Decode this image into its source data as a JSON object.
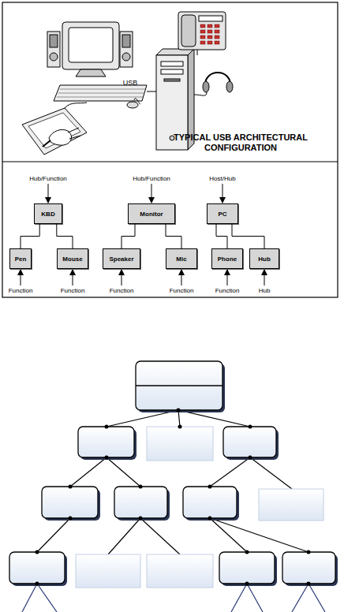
{
  "diagram": {
    "nodes": [
      {
        "text": [
          "KBD"
        ]
      },
      {
        "text": [
          "Monitor"
        ]
      },
      {
        "text": [
          "PC"
        ]
      },
      {
        "text": [
          "Pen"
        ]
      },
      {
        "text": [
          "Mouse"
        ]
      },
      {
        "text": [
          "Speaker"
        ]
      },
      {
        "text": [
          "Mic"
        ]
      },
      {
        "text": [
          "Phone"
        ]
      },
      {
        "text": [
          "Hub"
        ]
      }
    ],
    "edges": [
      {
        "from": 0,
        "to": 3,
        "arrow": "none"
      },
      {
        "from": 0,
        "to": 4,
        "arrow": "none"
      },
      {
        "from": 1,
        "to": 5,
        "arrow": "none"
      },
      {
        "from": 1,
        "to": 6,
        "arrow": "none"
      },
      {
        "from": 2,
        "to": 7,
        "arrow": "none"
      },
      {
        "from": 2,
        "to": 8,
        "arrow": "none"
      }
    ],
    "labels": [
      "USB",
      "TYPICAL USB ARCHITECTURAL CONFIGURATION",
      "Hub/Function",
      "Hub/Function",
      "Host/Hub",
      "Function",
      "Function",
      "Function",
      "Function",
      "Function",
      "Hub"
    ]
  }
}
